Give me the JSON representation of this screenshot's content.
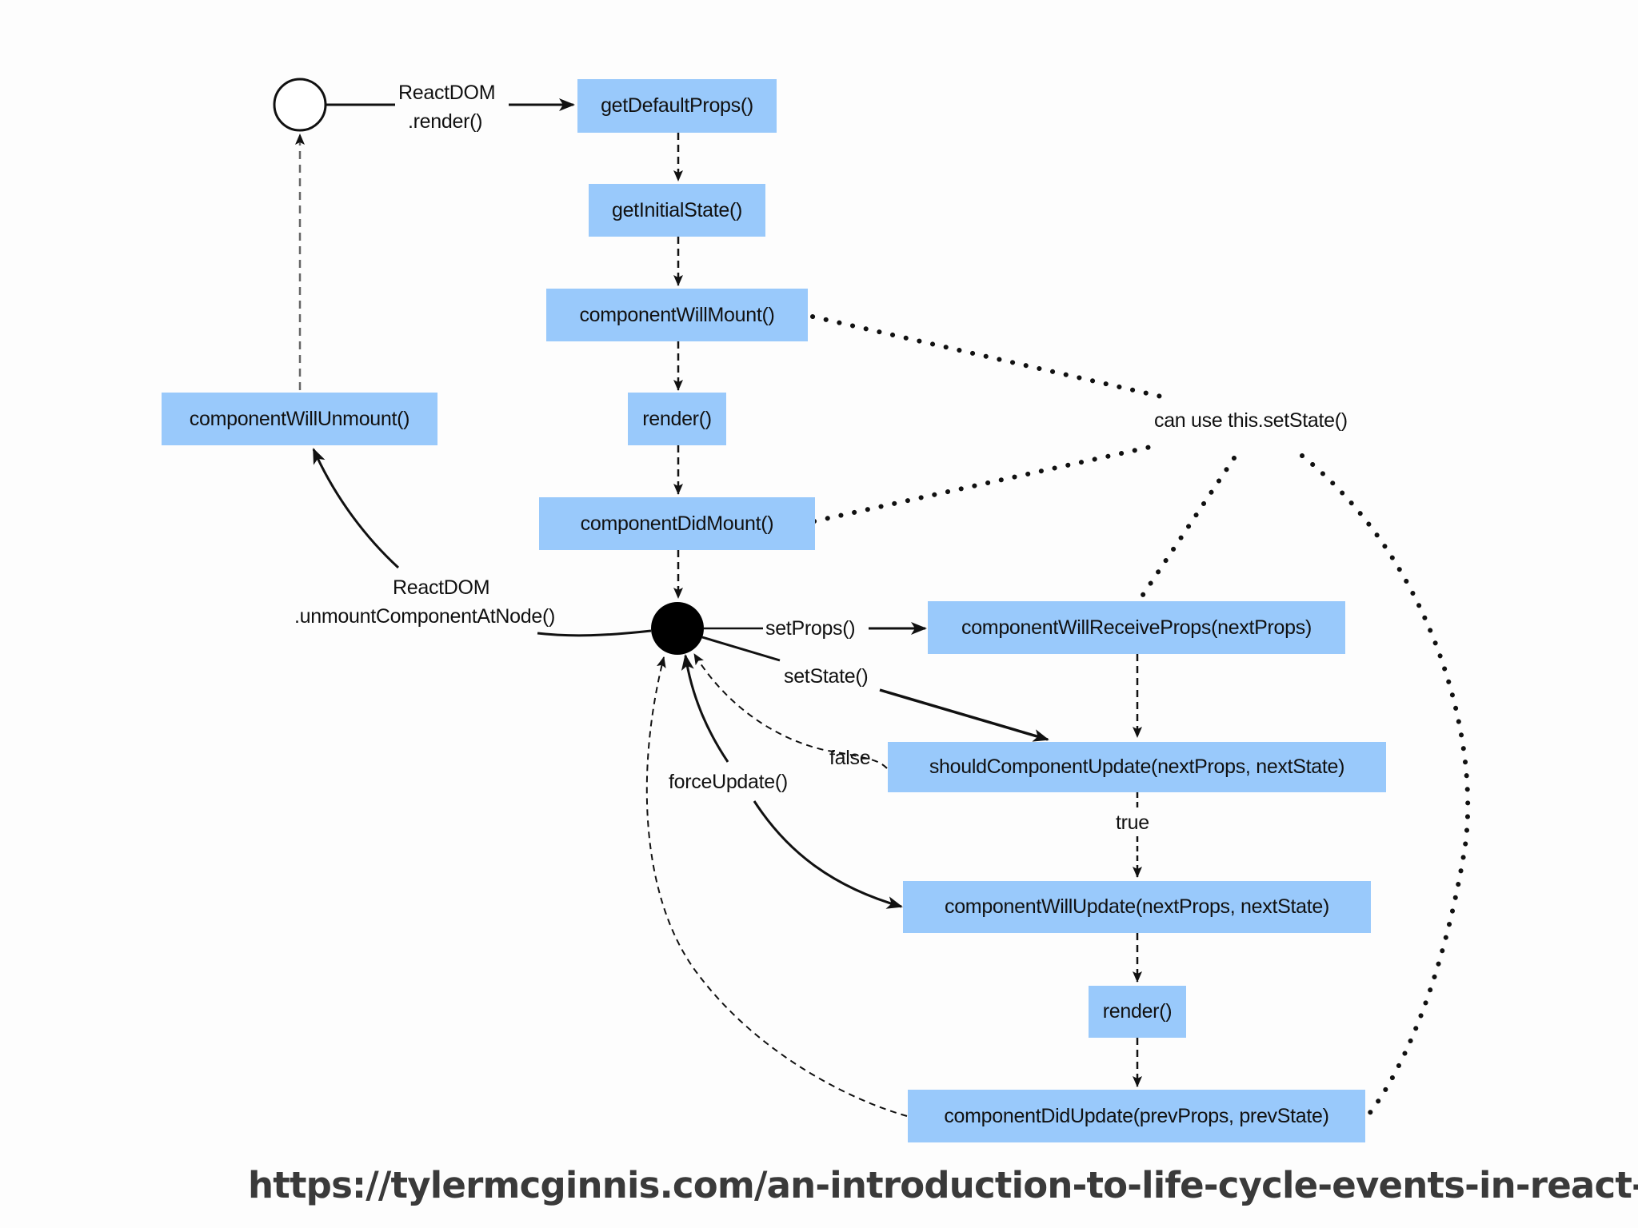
{
  "colors": {
    "box_fill": "#99c9fb",
    "stroke": "#111111",
    "background": "#fdfdfd"
  },
  "nodes": {
    "getDefaultProps": "getDefaultProps()",
    "getInitialState": "getInitialState()",
    "componentWillMount": "componentWillMount()",
    "render_mount": "render()",
    "componentDidMount": "componentDidMount()",
    "componentWillUnmount": "componentWillUnmount()",
    "componentWillReceiveProps": "componentWillReceiveProps(nextProps)",
    "shouldComponentUpdate": "shouldComponentUpdate(nextProps, nextState)",
    "componentWillUpdate": "componentWillUpdate(nextProps, nextState)",
    "render_update": "render()",
    "componentDidUpdate": "componentDidUpdate(prevProps, prevState)"
  },
  "edge_labels": {
    "reactdom_render_1": "ReactDOM",
    "reactdom_render_2": ".render()",
    "reactdom_unmount_1": "ReactDOM",
    "reactdom_unmount_2": ".unmountComponentAtNode()",
    "set_props": "setProps()",
    "set_state": "setState()",
    "false": "false",
    "force_update": "forceUpdate()",
    "true": "true"
  },
  "annotations": {
    "can_use_setstate": "can use this.setState()"
  },
  "source": {
    "url": "https://tylermcginnis.com/an-introduction-to-life-cycle-events-in-react-js/"
  }
}
